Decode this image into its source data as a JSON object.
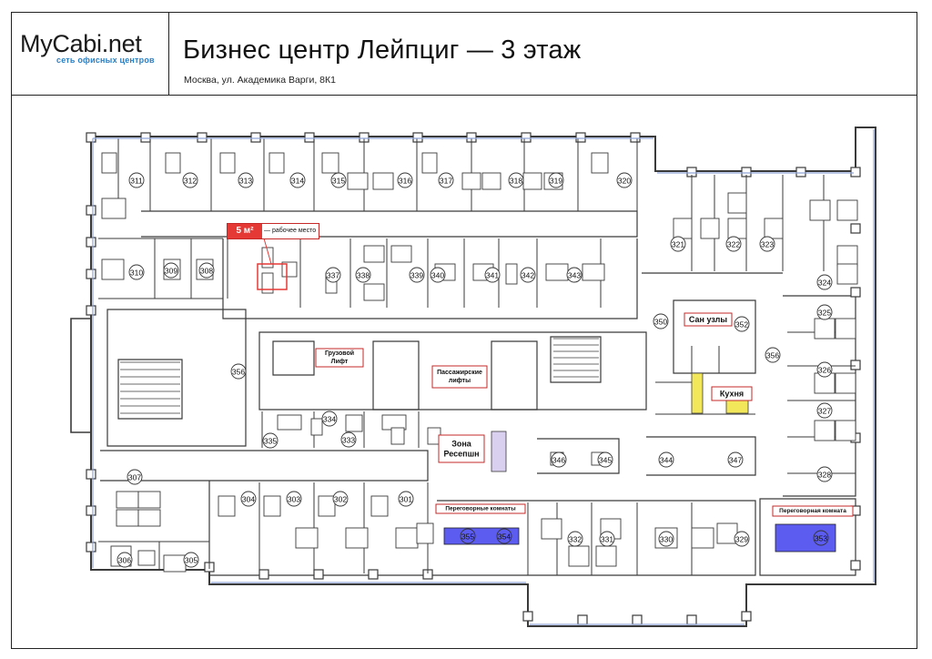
{
  "header": {
    "logo": "MyCabi.net",
    "logo_tagline": "сеть офисных центров",
    "title": "Бизнес центр Лейпциг — 3 этаж",
    "address": "Москва, ул. Академика Варги, 8К1"
  },
  "legend": {
    "area": "5 м²",
    "caption": "— рабочее место"
  },
  "labels": {
    "freight_lift": "Грузовой\nЛифт",
    "passenger_lifts": "Пассажирские\nлифты",
    "reception": "Зона\nРесепшн",
    "wc": "Сан узлы",
    "kitchen": "Кухня",
    "meeting_rooms": "Переговорные комнаты",
    "meeting_room": "Переговорная комната"
  },
  "rooms": [
    {
      "n": "311"
    },
    {
      "n": "312"
    },
    {
      "n": "313"
    },
    {
      "n": "314"
    },
    {
      "n": "315"
    },
    {
      "n": "316"
    },
    {
      "n": "317"
    },
    {
      "n": "318"
    },
    {
      "n": "319"
    },
    {
      "n": "320"
    },
    {
      "n": "310"
    },
    {
      "n": "309"
    },
    {
      "n": "308"
    },
    {
      "n": "337"
    },
    {
      "n": "338"
    },
    {
      "n": "339"
    },
    {
      "n": "340"
    },
    {
      "n": "341"
    },
    {
      "n": "342"
    },
    {
      "n": "343"
    },
    {
      "n": "321"
    },
    {
      "n": "322"
    },
    {
      "n": "323"
    },
    {
      "n": "324"
    },
    {
      "n": "325"
    },
    {
      "n": "326"
    },
    {
      "n": "327"
    },
    {
      "n": "328"
    },
    {
      "n": "350"
    },
    {
      "n": "352"
    },
    {
      "n": "356"
    },
    {
      "n": "356"
    },
    {
      "n": "335"
    },
    {
      "n": "334"
    },
    {
      "n": "333"
    },
    {
      "n": "346"
    },
    {
      "n": "345"
    },
    {
      "n": "344"
    },
    {
      "n": "347"
    },
    {
      "n": "307"
    },
    {
      "n": "306"
    },
    {
      "n": "305"
    },
    {
      "n": "304"
    },
    {
      "n": "303"
    },
    {
      "n": "302"
    },
    {
      "n": "301"
    },
    {
      "n": "355"
    },
    {
      "n": "354"
    },
    {
      "n": "332"
    },
    {
      "n": "331"
    },
    {
      "n": "330"
    },
    {
      "n": "329"
    },
    {
      "n": "353"
    }
  ],
  "colors": {
    "wall": "#3a3a3a",
    "glass": "#8fa3d6",
    "meeting_table": "#5c5cf0",
    "kitchen": "#f2e65a",
    "label_border": "#c62828",
    "legend_fill": "#e53935",
    "reception_desk": "#d9d0ef"
  }
}
